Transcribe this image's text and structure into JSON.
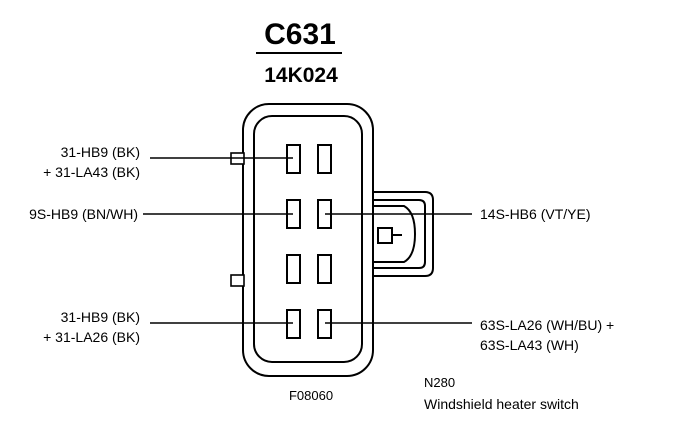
{
  "connector": {
    "id": "C631",
    "part_number": "14K024"
  },
  "wires_left": [
    {
      "line1": "31-HB9 (BK)",
      "line2": "+ 31-LA43 (BK)"
    },
    {
      "line1": "9S-HB9 (BN/WH)",
      "line2": ""
    },
    {
      "line1": "31-HB9 (BK)",
      "line2": "+ 31-LA26 (BK)"
    }
  ],
  "wires_right": [
    {
      "line1": "14S-HB6 (VT/YE)",
      "line2": ""
    },
    {
      "line1": "63S-LA26 (WH/BU) +",
      "line2": "63S-LA43 (WH)"
    }
  ],
  "figure_code": "F08060",
  "component": {
    "code": "N280",
    "name": "Windshield heater switch"
  }
}
